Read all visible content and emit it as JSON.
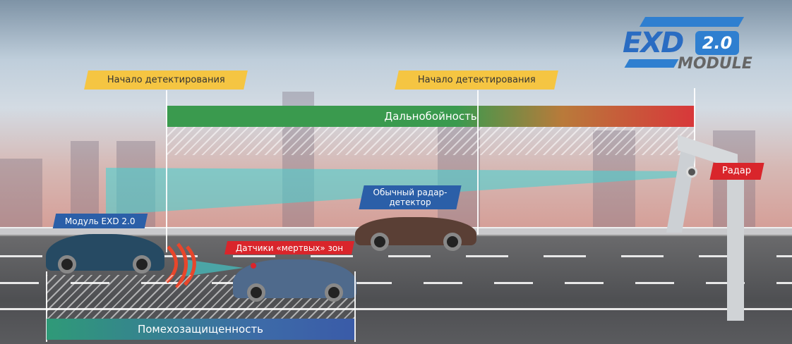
{
  "logo": {
    "brand": "EXD",
    "version": "2.0",
    "subtitle": "MODULE"
  },
  "labels": {
    "detection_start_1": "Начало детектирования",
    "detection_start_2": "Начало детектирования",
    "range": "Дальнобойность",
    "radar": "Радар",
    "regular_detector": "Обычный радар-детектор",
    "module": "Модуль EXD 2.0",
    "blind_spot": "Датчики «мертвых» зон",
    "noise_immunity": "Помехозащищенность"
  },
  "colors": {
    "yellow": "#f5c542",
    "red": "#d9252b",
    "blue": "#2b5fa8",
    "beam": "#3fd6d6"
  }
}
